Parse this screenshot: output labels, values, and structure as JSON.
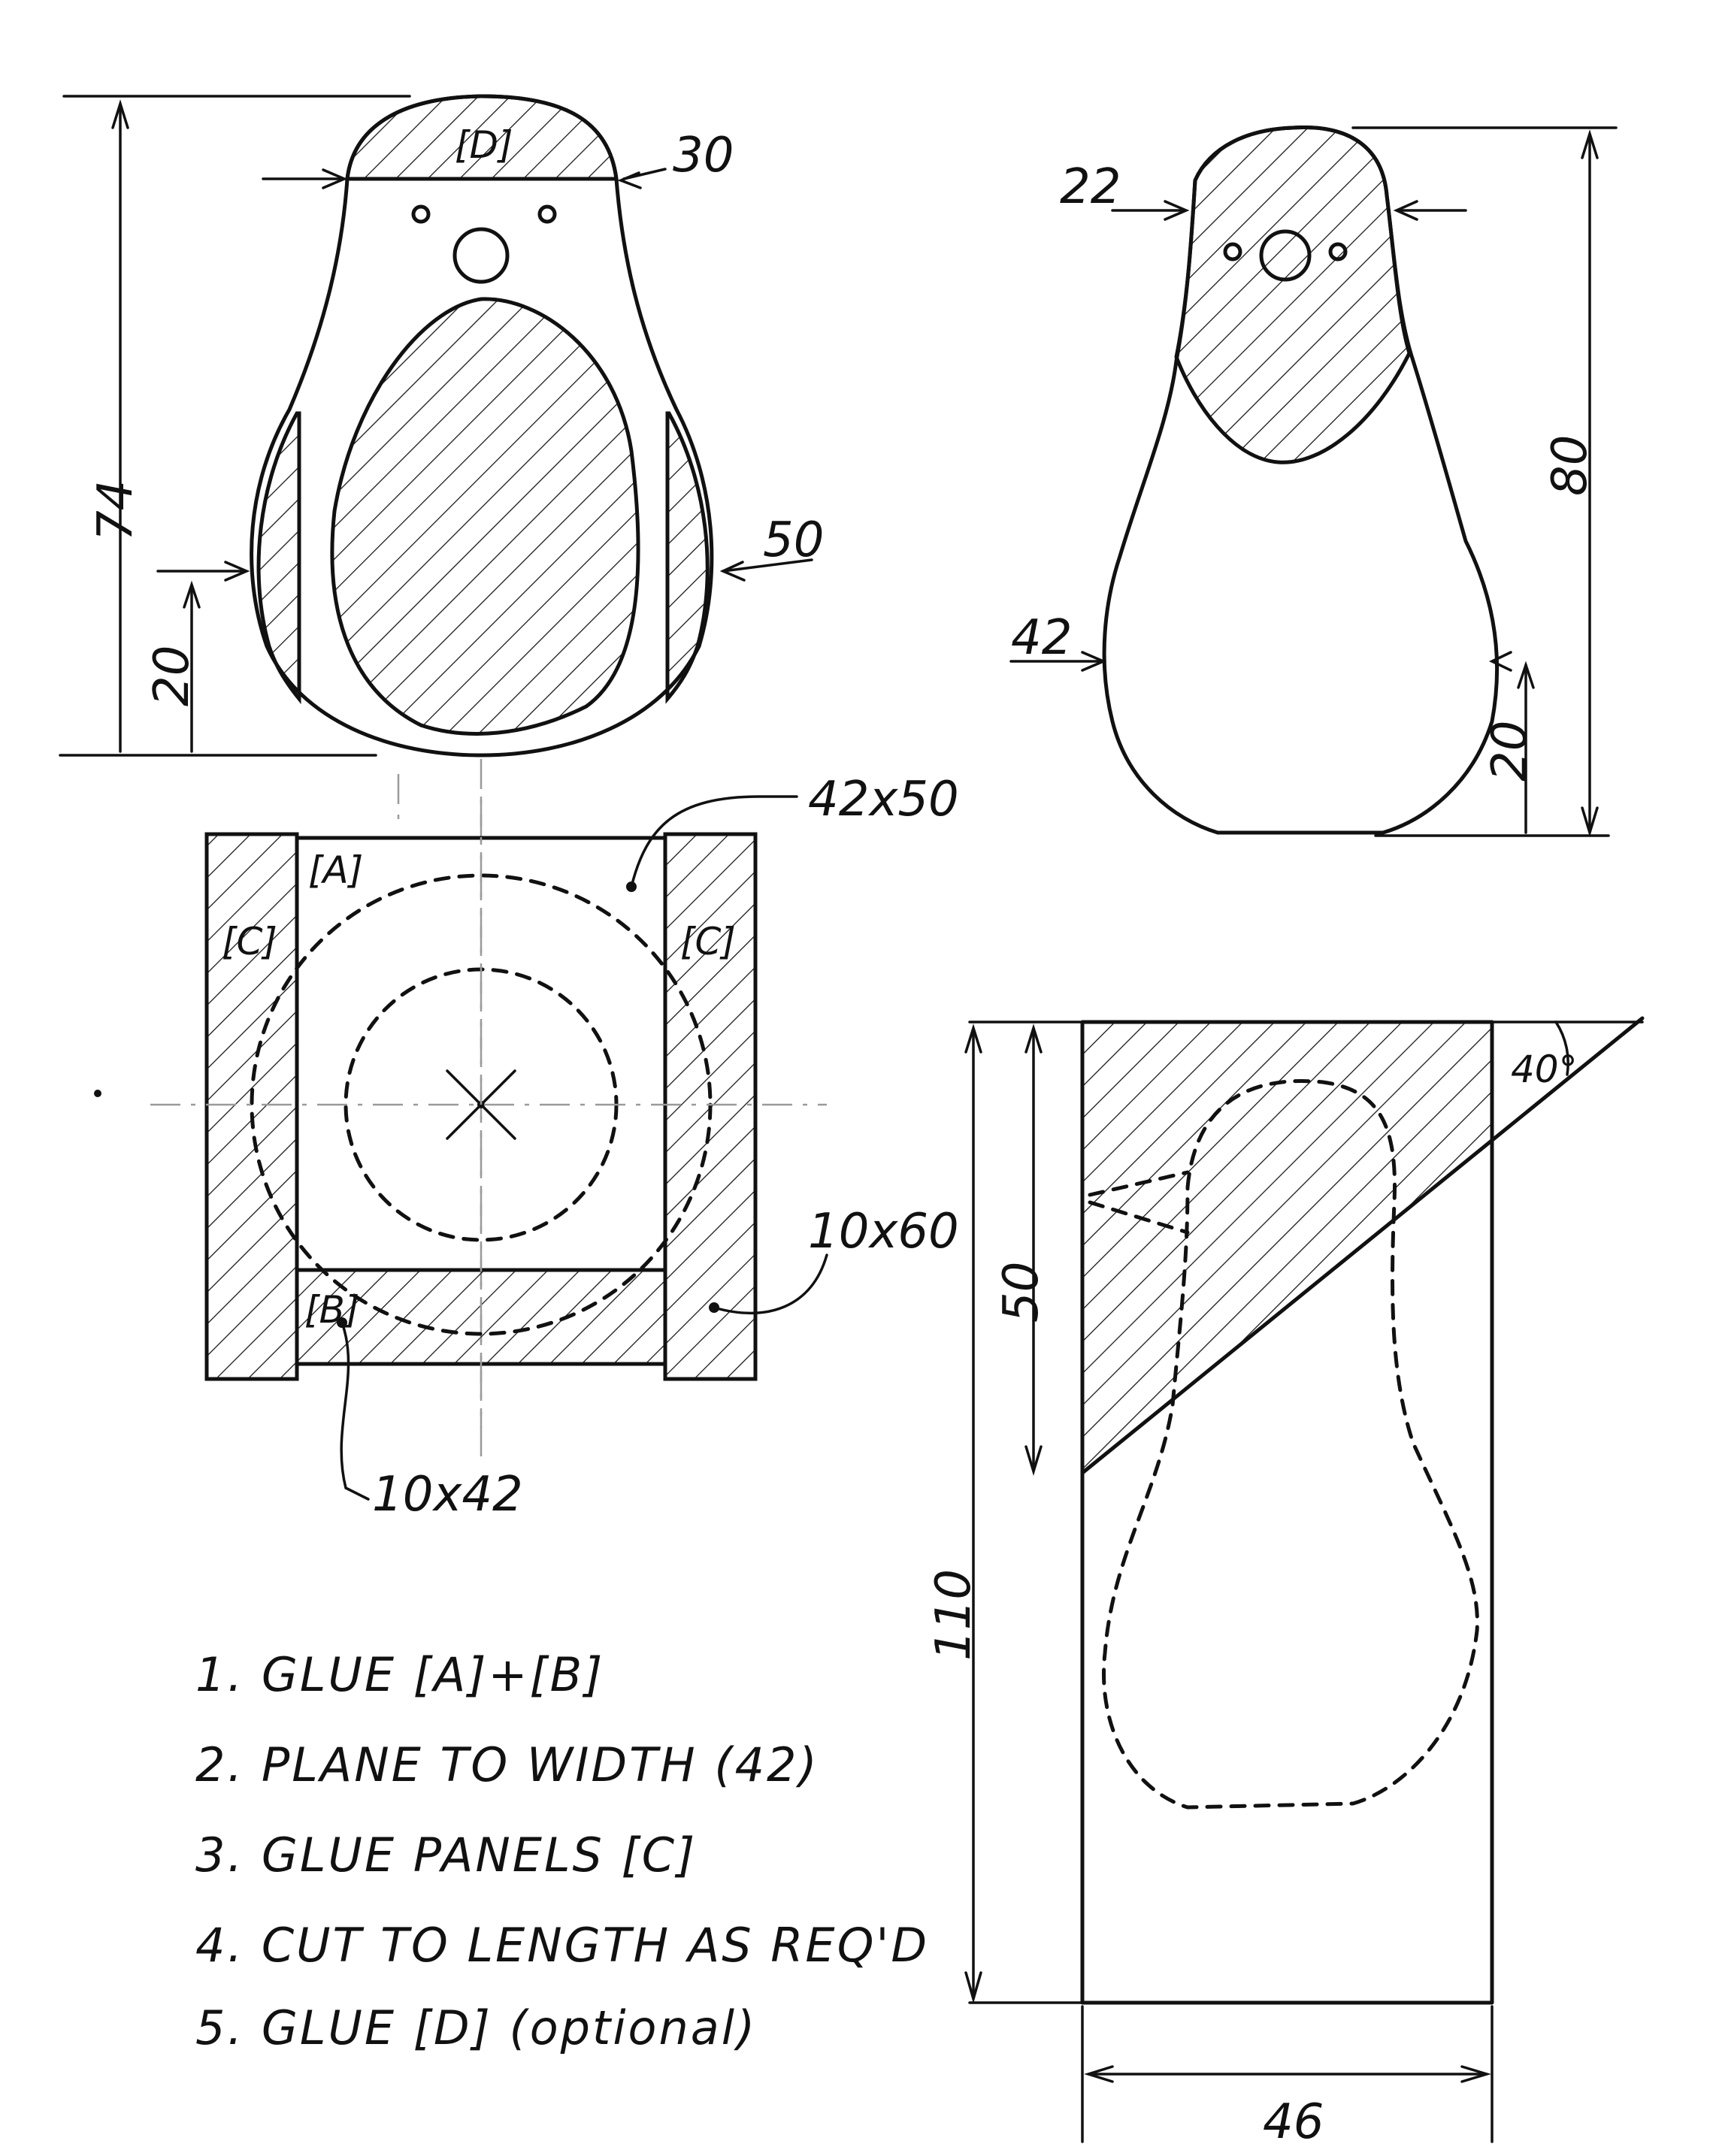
{
  "labels": {
    "part_d": "[D]",
    "part_a": "[A]",
    "part_b": "[B]",
    "part_c_left": "[C]",
    "part_c_right": "[C]",
    "angle": "40°"
  },
  "dimensions": {
    "front_height": "74",
    "front_head_width": "30",
    "front_body_width": "50",
    "front_body_offset": "20",
    "side_height": "80",
    "side_head_width": "22",
    "side_body_width": "42",
    "side_body_offset": "20",
    "block_top_size": "42x50",
    "block_side_size": "10x60",
    "block_bottom_size": "10x42",
    "blank_length": "110",
    "blank_cut_depth": "50",
    "blank_width": "46"
  },
  "steps": [
    "1. GLUE [A]+[B]",
    "2. PLANE TO WIDTH (42)",
    "3. GLUE PANELS [C]",
    "4. CUT TO LENGTH AS REQ'D",
    "5. GLUE [D] (optional)"
  ]
}
